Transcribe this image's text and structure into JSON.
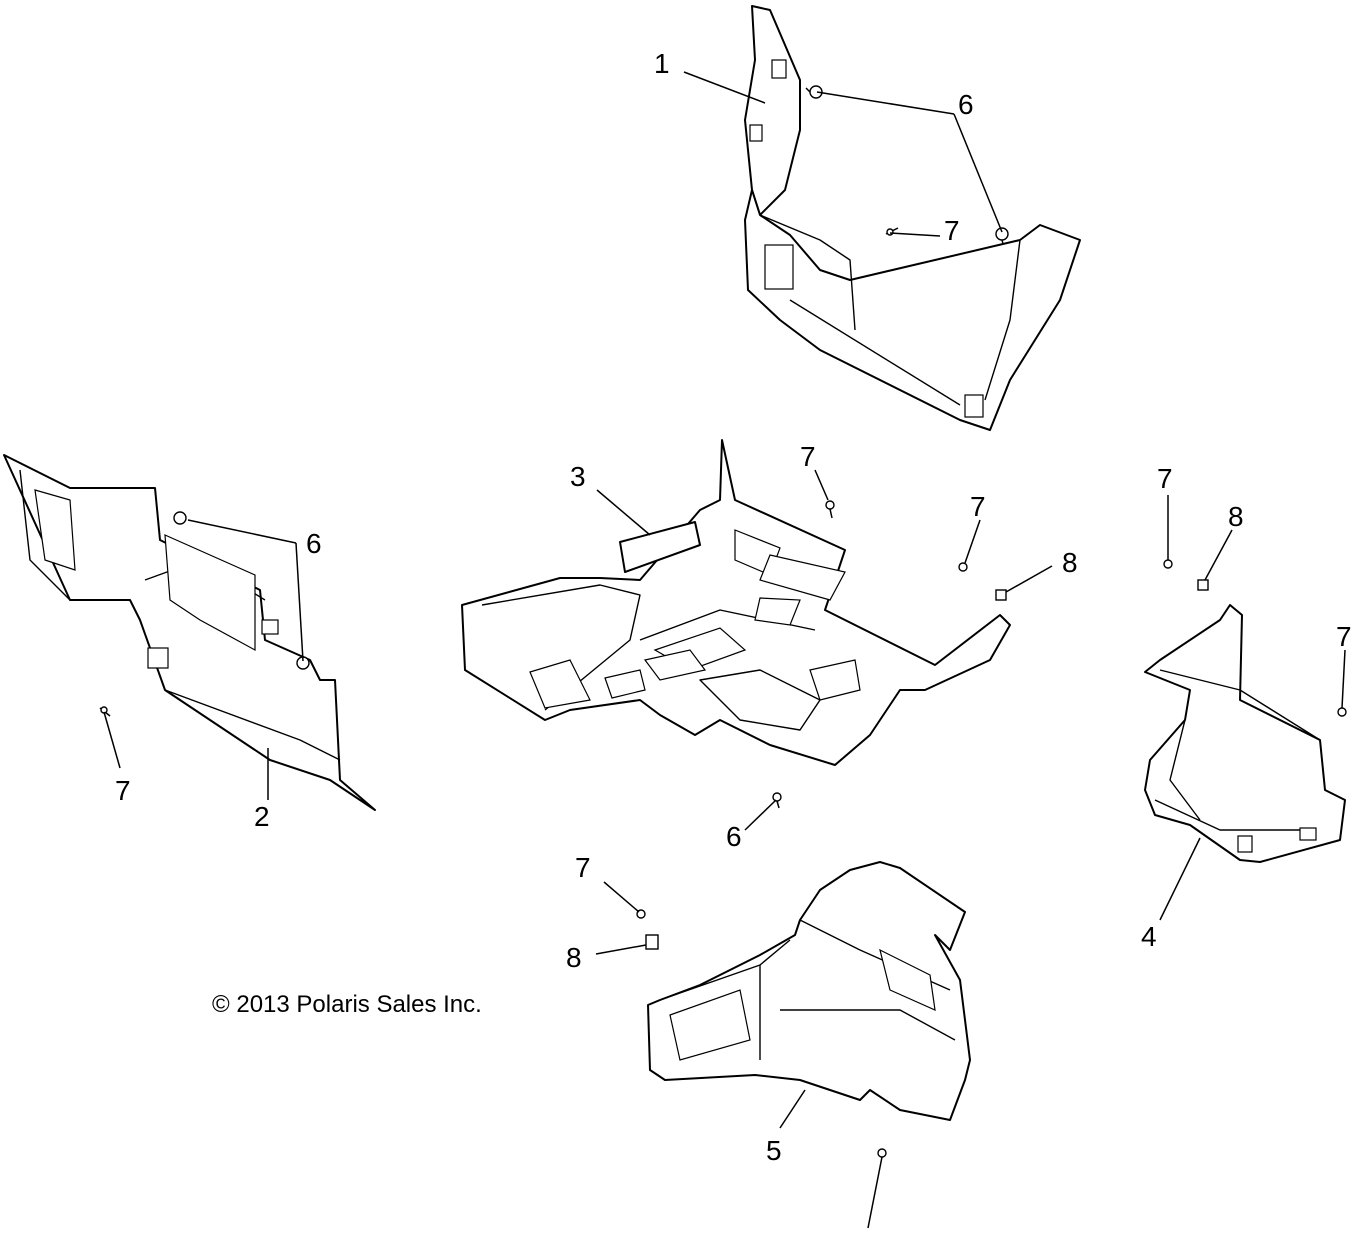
{
  "copyright": "© 2013 Polaris Sales Inc.",
  "callouts": {
    "c1": "1",
    "c2": "2",
    "c3": "3",
    "c4": "4",
    "c5": "5",
    "c6a": "6",
    "c6b": "6",
    "c6c": "6",
    "c7a": "7",
    "c7b": "7",
    "c7c": "7",
    "c7d": "7",
    "c7e": "7",
    "c7f": "7",
    "c7g": "7",
    "c8a": "8",
    "c8b": "8",
    "c8c": "8"
  }
}
